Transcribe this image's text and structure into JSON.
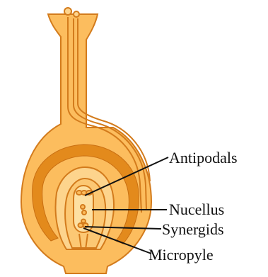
{
  "labels": {
    "antipodals": "Antipodals",
    "nucellus": "Nucellus",
    "synergids": "Synergids",
    "micropyle": "Micropyle"
  },
  "colors": {
    "tissue_fill": "#fcbd5e",
    "tissue_light": "#fdd48d",
    "outline": "#d37b1c",
    "inner_band": "#e38a1c",
    "leader_line": "#111111"
  }
}
